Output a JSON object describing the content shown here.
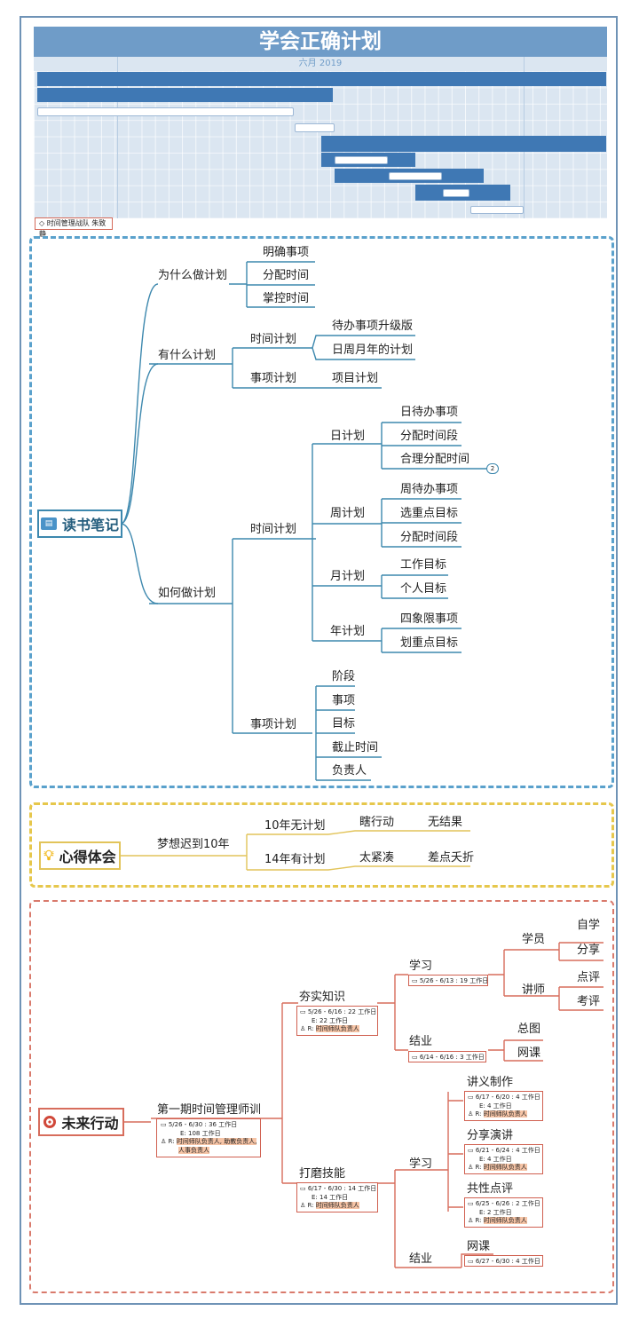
{
  "gantt": {
    "title": "学会正确计划",
    "month": "六月 2019",
    "tag": "时间管理战队 朱致静"
  },
  "reading": {
    "root": "读书笔记",
    "why": {
      "label": "为什么做计划",
      "items": [
        "明确事项",
        "分配时间",
        "掌控时间"
      ]
    },
    "what": {
      "label": "有什么计划",
      "time_plan": {
        "label": "时间计划",
        "items": [
          "待办事项升级版",
          "日周月年的计划"
        ]
      },
      "item_plan": {
        "label": "事项计划",
        "items": [
          "项目计划"
        ]
      }
    },
    "how": {
      "label": "如何做计划",
      "time_plan": {
        "label": "时间计划",
        "day": {
          "label": "日计划",
          "items": [
            "日待办事项",
            "分配时间段",
            "合理分配时间"
          ],
          "badge": "2"
        },
        "week": {
          "label": "周计划",
          "items": [
            "周待办事项",
            "选重点目标",
            "分配时间段"
          ]
        },
        "month": {
          "label": "月计划",
          "items": [
            "工作目标",
            "个人目标"
          ]
        },
        "year": {
          "label": "年计划",
          "items": [
            "四象限事项",
            "划重点目标"
          ]
        }
      },
      "item_plan": {
        "label": "事项计划",
        "items": [
          "阶段",
          "事项",
          "目标",
          "截止时间",
          "负责人"
        ]
      }
    }
  },
  "experience": {
    "root": "心得体会",
    "center": "梦想迟到10年",
    "a": {
      "label": "10年无计划",
      "cause": "瞎行动",
      "result": "无结果"
    },
    "b": {
      "label": "14年有计划",
      "cause": "太紧凑",
      "result": "差点夭折"
    }
  },
  "action": {
    "root": "未来行动",
    "main": {
      "label": "第一期时间管理师训",
      "dates": "5/26 - 6/30 : 36 工作日",
      "effort": "E: 108 工作日",
      "resource_prefix": "R:",
      "resource": "时间师队负责人, 助教负责人,",
      "resource2": "人事负责人"
    },
    "knowledge": {
      "label": "夯实知识",
      "dates": "5/26 - 6/16 : 22 工作日",
      "effort": "E: 22 工作日",
      "resource_prefix": "R:",
      "resource": "时间师队负责人",
      "study": {
        "label": "学习",
        "dates": "5/26 - 6/13 : 19 工作日"
      },
      "students": {
        "label": "学员",
        "items": [
          "自学",
          "分享"
        ]
      },
      "teachers": {
        "label": "讲师",
        "items": [
          "点评",
          "考评"
        ]
      },
      "finish": {
        "label": "结业",
        "dates": "6/14 - 6/16 : 3 工作日",
        "items": [
          "总图",
          "网课"
        ]
      }
    },
    "skills": {
      "label": "打磨技能",
      "dates": "6/17 - 6/30 : 14 工作日",
      "effort": "E: 14 工作日",
      "resource_prefix": "R:",
      "resource": "时间师队负责人",
      "study": {
        "label": "学习"
      },
      "handout": {
        "label": "讲义制作",
        "dates": "6/17 - 6/20 : 4 工作日",
        "effort": "E: 4 工作日",
        "resource_prefix": "R:",
        "resource": "时间师队负责人"
      },
      "speech": {
        "label": "分享演讲",
        "dates": "6/21 - 6/24 : 4 工作日",
        "effort": "E: 4 工作日",
        "resource_prefix": "R:",
        "resource": "时间师队负责人"
      },
      "review": {
        "label": "共性点评",
        "dates": "6/25 - 6/26 : 2 工作日",
        "effort": "E: 2 工作日",
        "resource_prefix": "R:",
        "resource": "时间师队负责人"
      },
      "finish": {
        "label": "结业",
        "course": "网课",
        "dates": "6/27 - 6/30 : 4 工作日"
      }
    }
  }
}
